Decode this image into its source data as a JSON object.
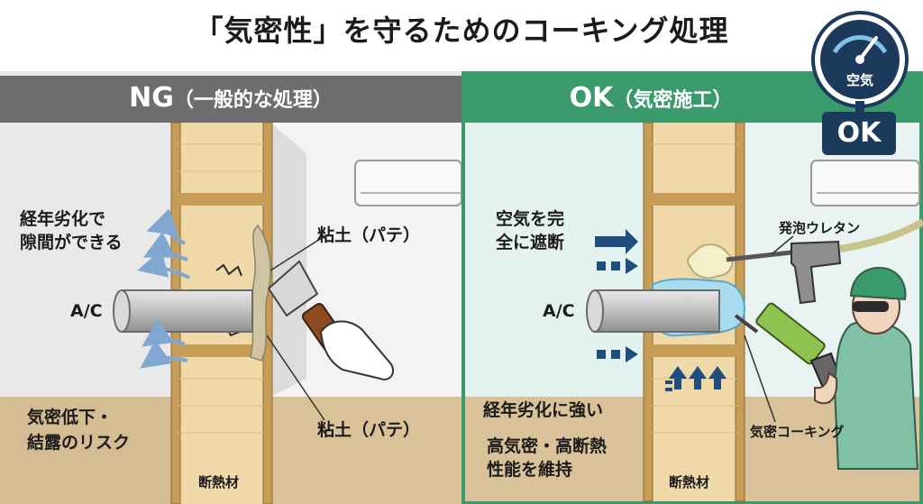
{
  "title": "「気密性」を守るためのコーキング処理",
  "ng": {
    "badge": "NG",
    "badge_sub": "（一般的な処理）",
    "air_leak": [
      "経年劣化で",
      "隙間ができる"
    ],
    "pipe": "A/C",
    "putty_top": "粘土（パテ）",
    "putty_bottom": "粘土（パテ）",
    "result": [
      "気密低下・",
      "結露のリスク"
    ],
    "insulation": "断熱材"
  },
  "ok": {
    "badge": "OK",
    "badge_sub": "（気密施工）",
    "block": [
      "空気を完",
      "全に遮断"
    ],
    "pipe": "A/C",
    "foam": "発泡ウレタン",
    "durable": "経年劣化に強い",
    "performance": [
      "高気密・高断熱",
      "性能を維持"
    ],
    "caulking": "気密コーキング",
    "insulation": "断熱材"
  },
  "gauge": {
    "label": "空気",
    "status": "OK"
  },
  "colors": {
    "ng_header": "#6e6e6e",
    "ok_header": "#3a9a6c",
    "arrow_blue": "#1f4e7e",
    "stud": "#c79c56",
    "insulation": "#efd9a8",
    "foam": "#a9dcef"
  }
}
